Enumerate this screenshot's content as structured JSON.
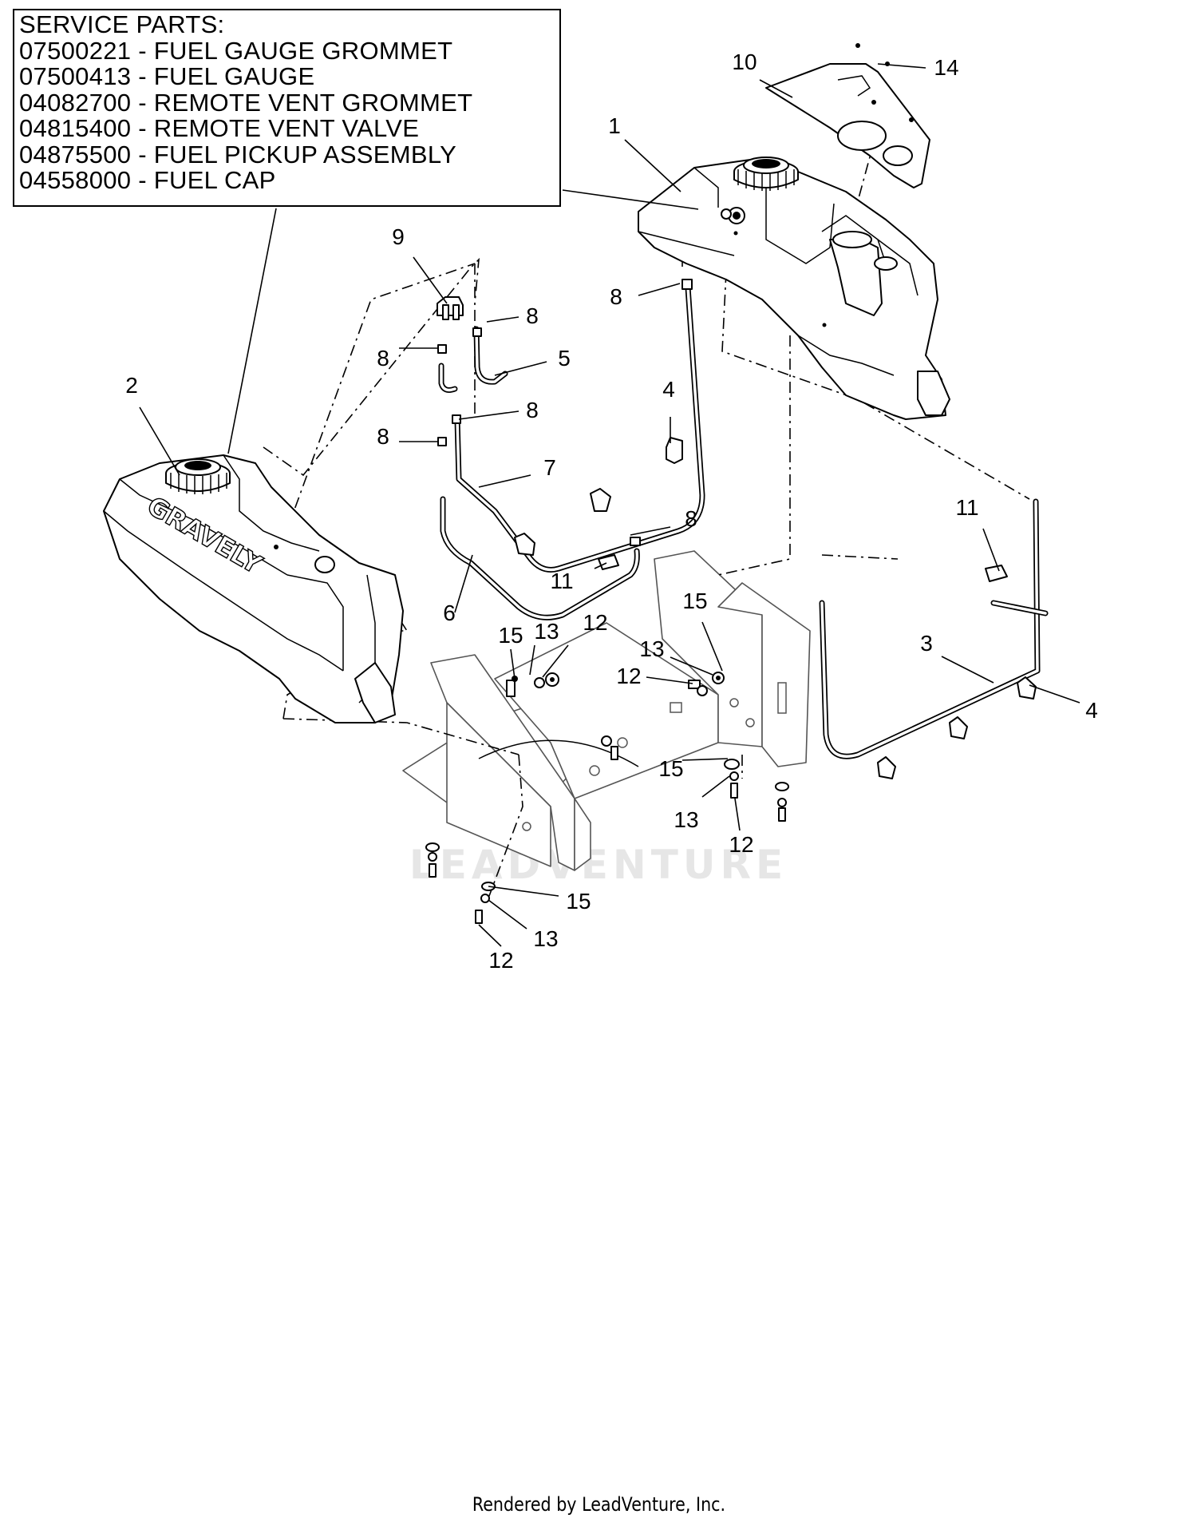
{
  "service_parts": {
    "heading": "SERVICE PARTS:",
    "items": [
      "07500221 - FUEL GAUGE GROMMET",
      "07500413 - FUEL GAUGE",
      "04082700 - REMOTE VENT GROMMET",
      "04815400 - REMOTE VENT VALVE",
      "04875500 - FUEL PICKUP ASSEMBLY",
      "04558000 - FUEL CAP"
    ]
  },
  "brand_on_tank": "GRAVELY",
  "watermark": "LEADVENTURE",
  "footer": "Rendered by LeadVenture, Inc.",
  "callouts": [
    "1",
    "2",
    "3",
    "4",
    "4",
    "5",
    "6",
    "7",
    "8",
    "8",
    "8",
    "8",
    "8",
    "8",
    "9",
    "10",
    "11",
    "11",
    "12",
    "12",
    "12",
    "12",
    "13",
    "13",
    "13",
    "13",
    "14",
    "15",
    "15",
    "15",
    "15"
  ]
}
